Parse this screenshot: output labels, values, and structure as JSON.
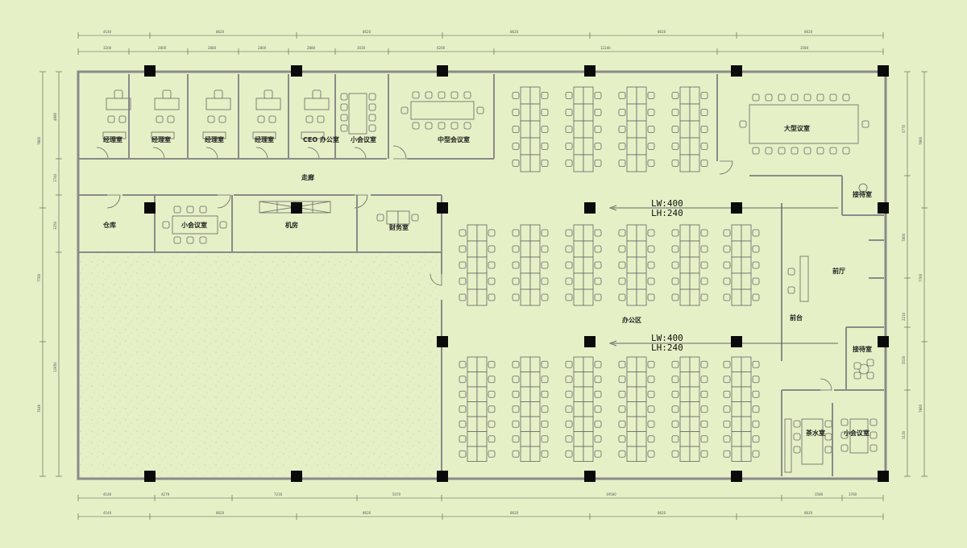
{
  "colors": {
    "background": "#e6f0c6",
    "wall": "#8a8a8a",
    "column": "#0a0a0a",
    "furniture": "#666666",
    "dimension": "#555555",
    "hatch": "#b9c79a"
  },
  "rooms": {
    "manager1": "经理室",
    "manager2": "经理室",
    "manager3": "经理室",
    "manager4": "经理室",
    "ceo": "CEO 办公室",
    "small_meeting_top": "小会议室",
    "medium_meeting": "中型会议室",
    "large_meeting": "大型议室",
    "corridor": "走廊",
    "warehouse": "仓库",
    "small_meeting_mid": "小会议室",
    "server_room": "机房",
    "finance": "财务室",
    "reception_top": "接待室",
    "lobby": "前厅",
    "front_desk": "前台",
    "office_area": "办公区",
    "reception_bottom": "接待室",
    "tea_room": "茶水室",
    "small_meeting_bottom": "小会议室"
  },
  "annotations": {
    "lw_top": "LW:400",
    "lh_top": "LH:240",
    "lw_bottom": "LW:400",
    "lh_bottom": "LH:240"
  },
  "dimensions": {
    "top_outer": [
      "4140",
      "8620",
      "8620",
      "8620",
      "8620",
      "8620"
    ],
    "top_inner": [
      "3200",
      "2800",
      "2880",
      "2800",
      "2880",
      "3030",
      "6200",
      "12240",
      "3580"
    ],
    "bottom_inner": [
      "4140",
      "4279",
      "7216",
      "5070",
      "19560",
      "3580",
      "3760"
    ],
    "bottom_outer": [
      "4140",
      "8620",
      "8620",
      "8620",
      "8620",
      "8620"
    ],
    "left_outer": [
      "7860",
      "7760",
      "7646"
    ],
    "left_inner": [
      "4880",
      "1740",
      "3250",
      "12850"
    ],
    "right_outer": [
      "7860",
      "7760",
      "7860"
    ],
    "right_inner": [
      "5770",
      "7800",
      "2210",
      "3530",
      "3130"
    ]
  }
}
